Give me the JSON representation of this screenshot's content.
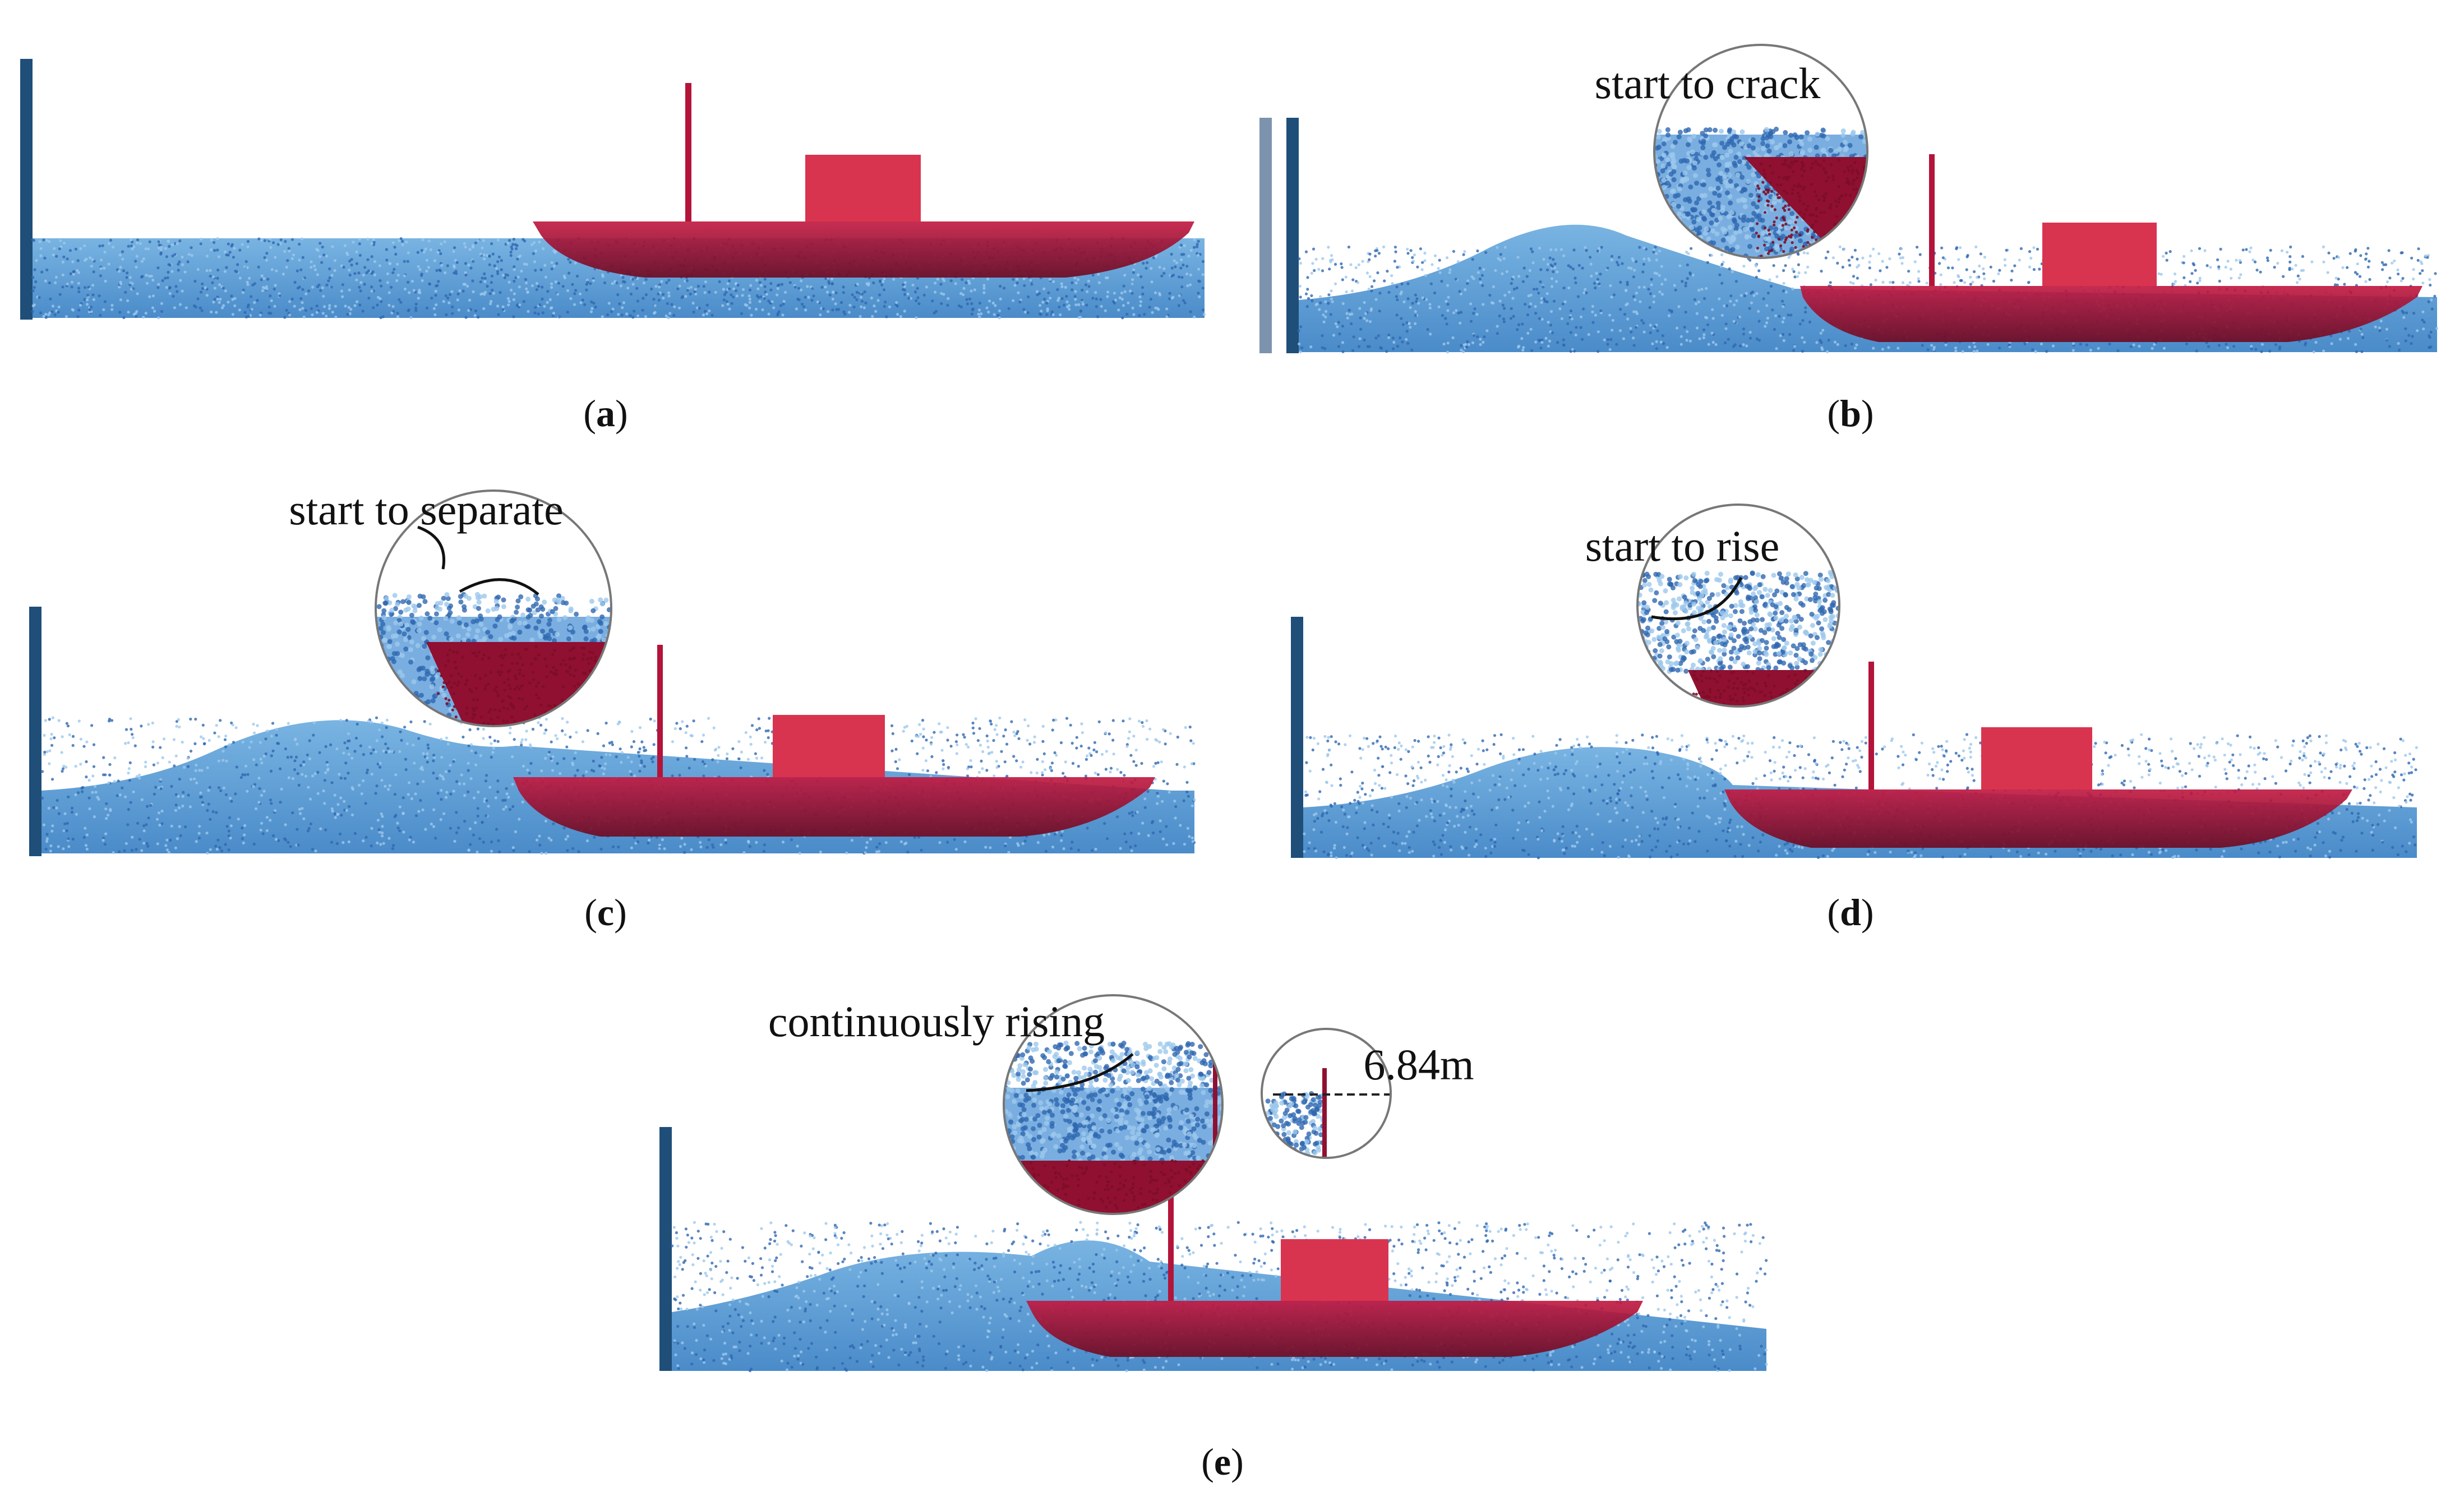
{
  "colors": {
    "water": "#5c9fd4",
    "water_deep": "#3f7fc0",
    "particle": "#2f68b0",
    "particle_light": "#9cc8ec",
    "hull": "#b3143a",
    "hull_dark": "#7d0d28",
    "cabin": "#d9344f",
    "wall": "#1f4e79",
    "wall_light": "#7d93ad"
  },
  "panels": [
    {
      "id": "a",
      "label": "a",
      "annotations": []
    },
    {
      "id": "b",
      "label": "b",
      "annotations": [
        "start to crack"
      ]
    },
    {
      "id": "c",
      "label": "c",
      "annotations": [
        "start to separate"
      ]
    },
    {
      "id": "d",
      "label": "d",
      "annotations": [
        "start to rise"
      ]
    },
    {
      "id": "e",
      "label": "e",
      "annotations": [
        "continuously rising",
        "6.84m"
      ]
    }
  ]
}
